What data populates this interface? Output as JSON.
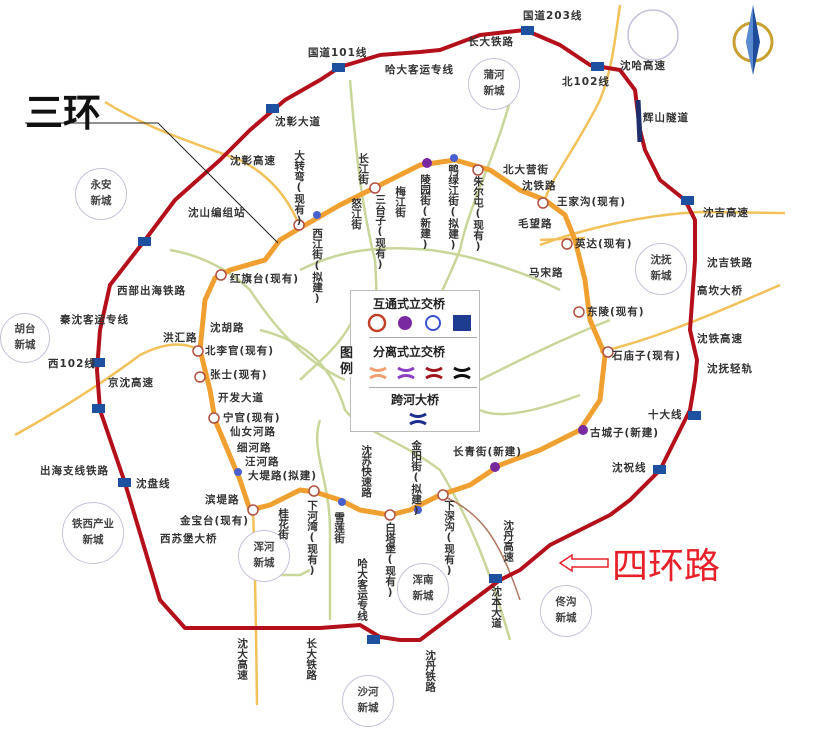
{
  "titles": {
    "third_ring": "三环",
    "fourth_ring": "四环路"
  },
  "colors": {
    "fourth_ring": "#b3101c",
    "third_ring": "#f0a030",
    "minor_road": "#c9d69a",
    "highway": "#f2c15a",
    "annotation_red": "#e8202a",
    "interchange_blue": "#1e50a0"
  },
  "legend": {
    "title": "图例",
    "interchange": "互通式立交桥",
    "separated": "分离式立交桥",
    "river_bridge": "跨河大桥",
    "interchange_icons": [
      "cloverleaf-circle-icon",
      "purple-flower-icon",
      "blue-atom-icon",
      "blue-box-icon"
    ],
    "separated_icons": [
      "orange-bridge-icon",
      "purple-bridge-icon",
      "red-bridge-icon",
      "black-bridge-icon"
    ],
    "river_icons": [
      "blue-bridge-icon"
    ]
  },
  "towns": [
    "永安新城",
    "胡台新城",
    "蒲河新城",
    "沈抚新城",
    "铁西产业新城",
    "浑河新城",
    "浑南新城",
    "沙河新城",
    "佟沟新城"
  ],
  "fourth_ring_labels": [
    "国道101线",
    "哈大客运专线",
    "长大铁路",
    "国道203线",
    "北102线",
    "沈哈高速",
    "辉山隧道",
    "沈彰大道",
    "沈彰高速",
    "沈山编组站",
    "西部出海铁路",
    "秦沈客运专线",
    "西102线",
    "京沈高速",
    "出海支线铁路",
    "沈盘线",
    "西苏堡大桥",
    "沈吉高速",
    "沈吉铁路",
    "高坎大桥",
    "沈铁高速",
    "沈抚轻轨",
    "十大线",
    "沈祝线"
  ],
  "fourth_ring_vertical_labels": [
    "沈大高速",
    "长大铁路",
    "哈大客运专线",
    "沈丹铁路",
    "沈丹高速",
    "沈本大道"
  ],
  "third_ring_labels": [
    "红旗台(现有)",
    "沈胡路",
    "洪汇路",
    "北李官(现有)",
    "张士(现有)",
    "开发大道",
    "宁官(现有)",
    "仙女河路",
    "细河路",
    "汪河路",
    "大堤路(拟建)",
    "滨堤路",
    "金宝台(现有)",
    "北大营街",
    "沈铁路",
    "王家沟(现有)",
    "毛望路",
    "英达(现有)",
    "马宋路",
    "东陵(现有)",
    "石庙子(现有)",
    "古城子(新建)",
    "长青街(新建)"
  ],
  "third_ring_vertical_labels": [
    "大转弯(现有)",
    "西江街(拟建)",
    "长江街",
    "怒江街",
    "三台子(现有)",
    "梅江街",
    "陵园街(新建)",
    "鸭绿江街(拟建)",
    "朱尔屯(现有)",
    "桂花街",
    "下河湾(现有)",
    "雪莲街",
    "沈苏快速路",
    "白塔堡(现有)",
    "金阳街(拟建)",
    "下深沟(现有)"
  ]
}
